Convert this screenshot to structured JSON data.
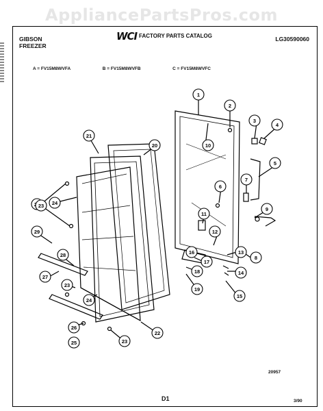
{
  "watermark": "AppliancePartsPros.com",
  "header": {
    "brand_line1": "GIBSON",
    "brand_line2": "FREEZER",
    "catalog_logo": "WCI",
    "catalog_title": "FACTORY PARTS CATALOG",
    "catalog_number": "LG30590060"
  },
  "models": [
    "A = FV15M8WVFA",
    "B = FV15M8WVFB",
    "C = FV15M8WVFC"
  ],
  "callouts": [
    "1",
    "2",
    "3",
    "4",
    "5",
    "6",
    "7",
    "8",
    "9",
    "10",
    "11",
    "12",
    "13",
    "14",
    "15",
    "16",
    "17",
    "18",
    "19",
    "20",
    "21",
    "22",
    "23",
    "23",
    "23",
    "23",
    "24",
    "24",
    "25",
    "26",
    "27",
    "28",
    "29"
  ],
  "footer": {
    "figure_id": "20957",
    "page": "D1",
    "date": "3/90"
  }
}
